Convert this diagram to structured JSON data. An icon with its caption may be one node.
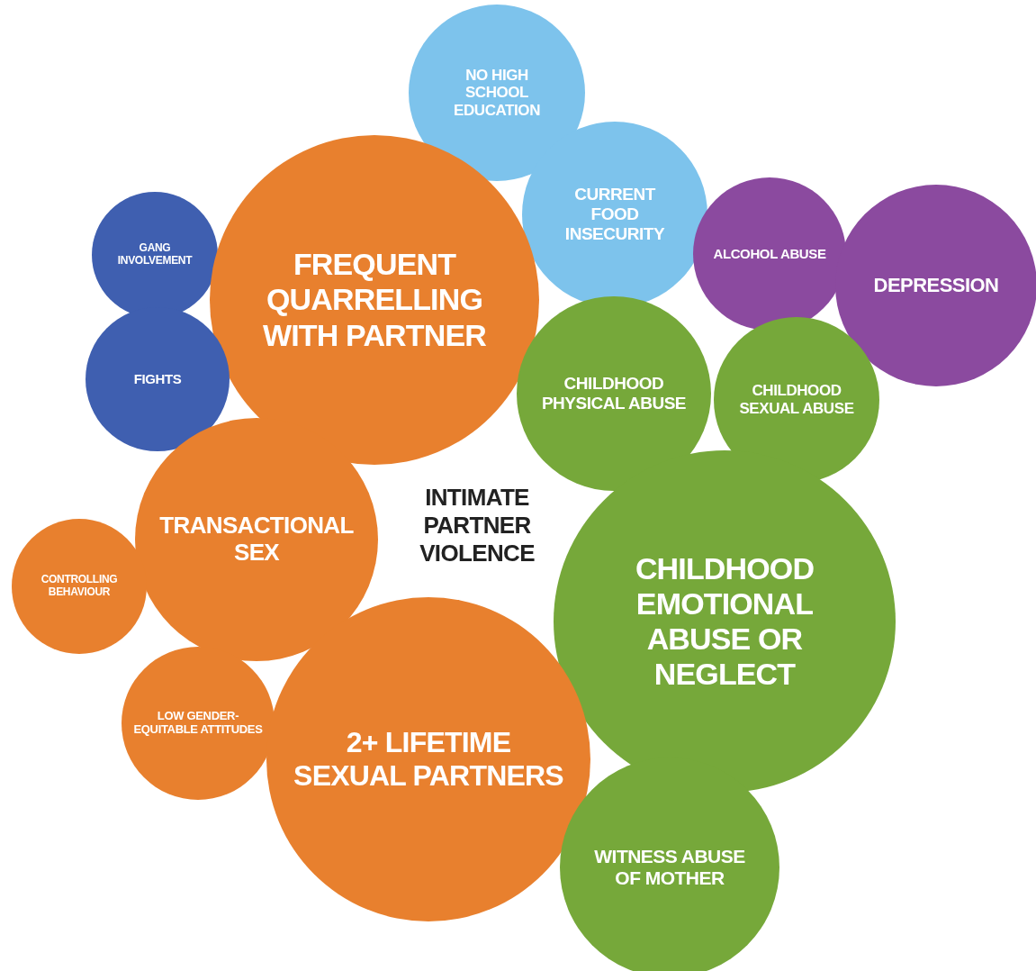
{
  "diagram": {
    "nodes": [
      {
        "text": [
          "NO HIGH SCHOOL EDUCATION"
        ]
      },
      {
        "text": [
          "CURRENT FOOD INSECURITY"
        ]
      },
      {
        "text": [
          "GANG INVOLVEMENT"
        ]
      },
      {
        "text": [
          "FREQUENT QUARRELLING WITH PARTNER"
        ]
      },
      {
        "text": [
          "ALCOHOL ABUSE"
        ]
      },
      {
        "text": [
          "DEPRESSION"
        ]
      },
      {
        "text": [
          "FIGHTS"
        ]
      },
      {
        "text": [
          "CHILDHOOD PHYSICAL ABUSE"
        ]
      },
      {
        "text": [
          "CHILDHOOD SEXUAL ABUSE"
        ]
      },
      {
        "text": [
          "TRANSACTIONAL SEX"
        ]
      },
      {
        "text": [
          "CONTROLLING BEHAVIOUR"
        ]
      },
      {
        "text": [
          "CHILDHOOD EMOTIONAL ABUSE OR NEGLECT"
        ]
      },
      {
        "text": [
          "LOW GENDER-EQUITABLE ATTITUDES"
        ]
      },
      {
        "text": [
          "2+ LIFETIME SEXUAL PARTNERS"
        ]
      },
      {
        "text": [
          "WITNESS ABUSE OF MOTHER"
        ]
      }
    ],
    "labels": [
      "INTIMATE PARTNER VIOLENCE"
    ]
  }
}
